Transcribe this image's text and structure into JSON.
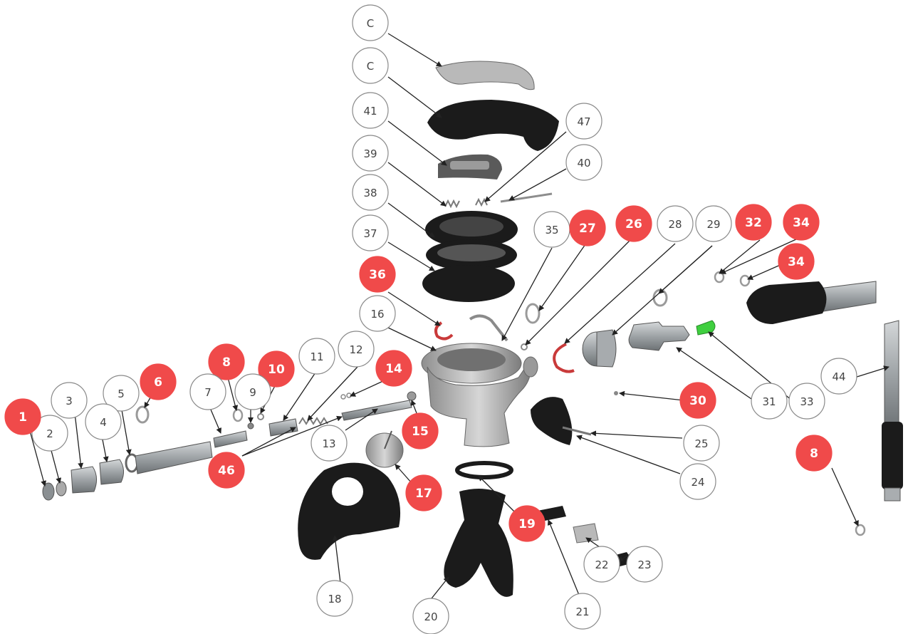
{
  "callouts": [
    {
      "label": "C",
      "style": "white"
    },
    {
      "label": "C",
      "style": "white"
    },
    {
      "label": "41",
      "style": "white"
    },
    {
      "label": "47",
      "style": "white"
    },
    {
      "label": "39",
      "style": "white"
    },
    {
      "label": "40",
      "style": "white"
    },
    {
      "label": "38",
      "style": "white"
    },
    {
      "label": "37",
      "style": "white"
    },
    {
      "label": "35",
      "style": "white"
    },
    {
      "label": "27",
      "style": "red"
    },
    {
      "label": "26",
      "style": "red"
    },
    {
      "label": "28",
      "style": "white"
    },
    {
      "label": "29",
      "style": "white"
    },
    {
      "label": "32",
      "style": "red"
    },
    {
      "label": "34",
      "style": "red"
    },
    {
      "label": "34",
      "style": "red"
    },
    {
      "label": "36",
      "style": "red"
    },
    {
      "label": "16",
      "style": "white"
    },
    {
      "label": "12",
      "style": "white"
    },
    {
      "label": "11",
      "style": "white"
    },
    {
      "label": "14",
      "style": "red"
    },
    {
      "label": "10",
      "style": "red"
    },
    {
      "label": "8",
      "style": "red"
    },
    {
      "label": "9",
      "style": "white"
    },
    {
      "label": "7",
      "style": "white"
    },
    {
      "label": "6",
      "style": "red"
    },
    {
      "label": "5",
      "style": "white"
    },
    {
      "label": "3",
      "style": "white"
    },
    {
      "label": "4",
      "style": "white"
    },
    {
      "label": "2",
      "style": "white"
    },
    {
      "label": "1",
      "style": "red"
    },
    {
      "label": "13",
      "style": "white"
    },
    {
      "label": "15",
      "style": "red"
    },
    {
      "label": "46",
      "style": "red"
    },
    {
      "label": "17",
      "style": "red"
    },
    {
      "label": "18",
      "style": "white"
    },
    {
      "label": "19",
      "style": "red"
    },
    {
      "label": "20",
      "style": "white"
    },
    {
      "label": "21",
      "style": "white"
    },
    {
      "label": "22",
      "style": "white"
    },
    {
      "label": "23",
      "style": "white"
    },
    {
      "label": "24",
      "style": "white"
    },
    {
      "label": "25",
      "style": "white"
    },
    {
      "label": "30",
      "style": "red"
    },
    {
      "label": "31",
      "style": "white"
    },
    {
      "label": "33",
      "style": "white"
    },
    {
      "label": "44",
      "style": "white"
    },
    {
      "label": "8",
      "style": "red"
    }
  ],
  "colors": {
    "callout_red": "#f04a4a",
    "callout_border": "#8a8a8a",
    "part_black": "#1b1b1b",
    "part_grey": "#b9b9b9",
    "part_green": "#3fcf3f"
  }
}
